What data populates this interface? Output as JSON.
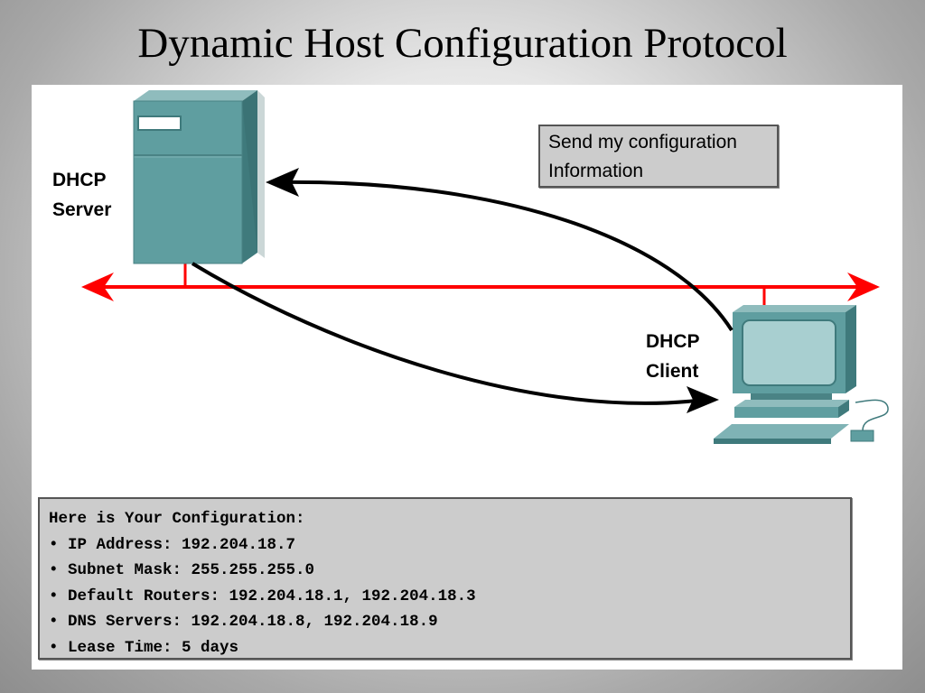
{
  "slide": {
    "title": "Dynamic Host Configuration Protocol"
  },
  "diagram": {
    "server_label": [
      "DHCP",
      "Server"
    ],
    "client_label": [
      "DHCP",
      "Client"
    ],
    "request_message": [
      "Send my configuration",
      "Information"
    ],
    "config": {
      "heading": "Here is Your Configuration:",
      "items": [
        "• IP Address: 192.204.18.7",
        "• Subnet Mask: 255.255.255.0",
        "• Default Routers: 192.204.18.1, 192.204.18.3",
        "• DNS Servers: 192.204.18.8, 192.204.18.9",
        "• Lease Time: 5 days"
      ]
    }
  },
  "colors": {
    "network_line": "#ff0000",
    "device_body": "#5f9ea0",
    "message_box": "#cccccc",
    "arrow": "#000000"
  },
  "icons": {
    "server": "server-icon",
    "client": "computer-icon"
  }
}
